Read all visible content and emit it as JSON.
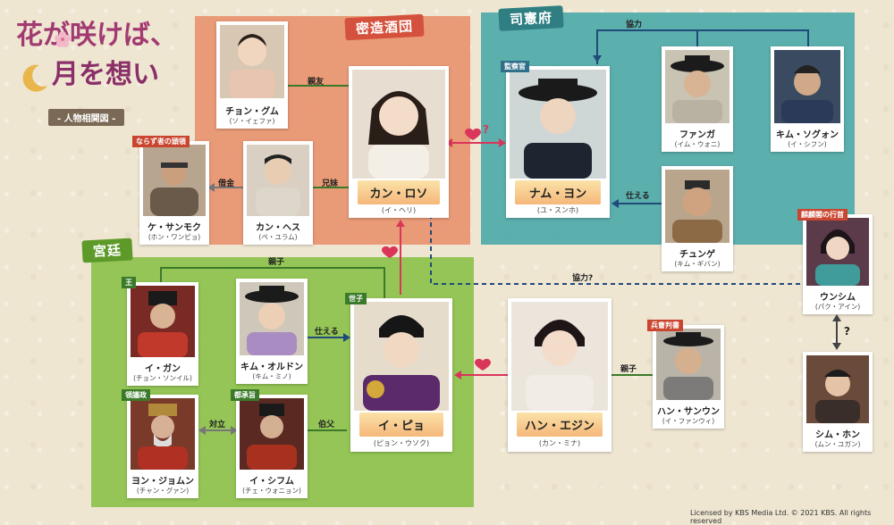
{
  "title": {
    "line1": "花が咲けば、",
    "line2": "月を想い",
    "subtitle": "- 人物相関図 -"
  },
  "regions": {
    "brewery": {
      "label": "密造酒団"
    },
    "inspector": {
      "label": "司憲府"
    },
    "palace": {
      "label": "宮廷"
    }
  },
  "characters": {
    "geum": {
      "name": "チョン・グム",
      "actor": "(ソ・イェファ)"
    },
    "roso": {
      "name": "カン・ロソ",
      "actor": "(イ・ヘリ)"
    },
    "namyoung": {
      "name": "ナム・ヨン",
      "actor": "(ユ・スンホ)",
      "tag": "監察官"
    },
    "fanga": {
      "name": "ファンガ",
      "actor": "(イム・ウォニ)"
    },
    "sogwon": {
      "name": "キム・ソグォン",
      "actor": "(イ・シフン)"
    },
    "sanmok": {
      "name": "ケ・サンモク",
      "actor": "(ホン・ワンピョ)",
      "tag": "ならず者の頭領"
    },
    "hesu": {
      "name": "カン・ヘス",
      "actor": "(ペ・ユラム)"
    },
    "chunge": {
      "name": "チュンゲ",
      "actor": "(キム・ギバン)"
    },
    "unsim": {
      "name": "ウンシム",
      "actor": "(パク・アイン)",
      "tag": "麒麟閣の行首"
    },
    "igan": {
      "name": "イ・ガン",
      "actor": "(チョン・ソンイル)",
      "tag": "王"
    },
    "oldon": {
      "name": "キム・オルドン",
      "actor": "(キム・ミノ)"
    },
    "ipyo": {
      "name": "イ・ピョ",
      "actor": "(ピョン・ウソク)",
      "tag": "世子"
    },
    "egin": {
      "name": "ハン・エジン",
      "actor": "(カン・ミナ)"
    },
    "sangun": {
      "name": "ハン・サンウン",
      "actor": "(イ・ファンウィ)",
      "tag": "兵曹判書"
    },
    "simhon": {
      "name": "シム・ホン",
      "actor": "(ムン・ユガン)"
    },
    "jomun": {
      "name": "ヨン・ジョムン",
      "actor": "(チャン・グァン)",
      "tag": "領議政"
    },
    "sifum": {
      "name": "イ・シフム",
      "actor": "(チェ・ウォニョン)",
      "tag": "都承旨"
    }
  },
  "relations": {
    "friends": "親友",
    "siblings": "兄妹",
    "debt": "借金",
    "coop_top": "協力",
    "serves_chunge": "仕える",
    "coop_q": "協力?",
    "parent_child_top": "親子",
    "serves_oldon": "仕える",
    "uncle": "伯父",
    "opposition": "対立",
    "parent_child_han": "親子",
    "q_mark": "?",
    "heart_q": "?"
  },
  "colors": {
    "brewery": "#e8906a",
    "inspector": "#4aa9a8",
    "palace": "#8cc24b",
    "namebar": "#f5b77a",
    "heart": "#d9365a",
    "line_blue": "#1f4a7a",
    "line_green": "#3b7a2a"
  },
  "credit": "Licensed by KBS Media Ltd. © 2021 KBS. All rights reserved"
}
